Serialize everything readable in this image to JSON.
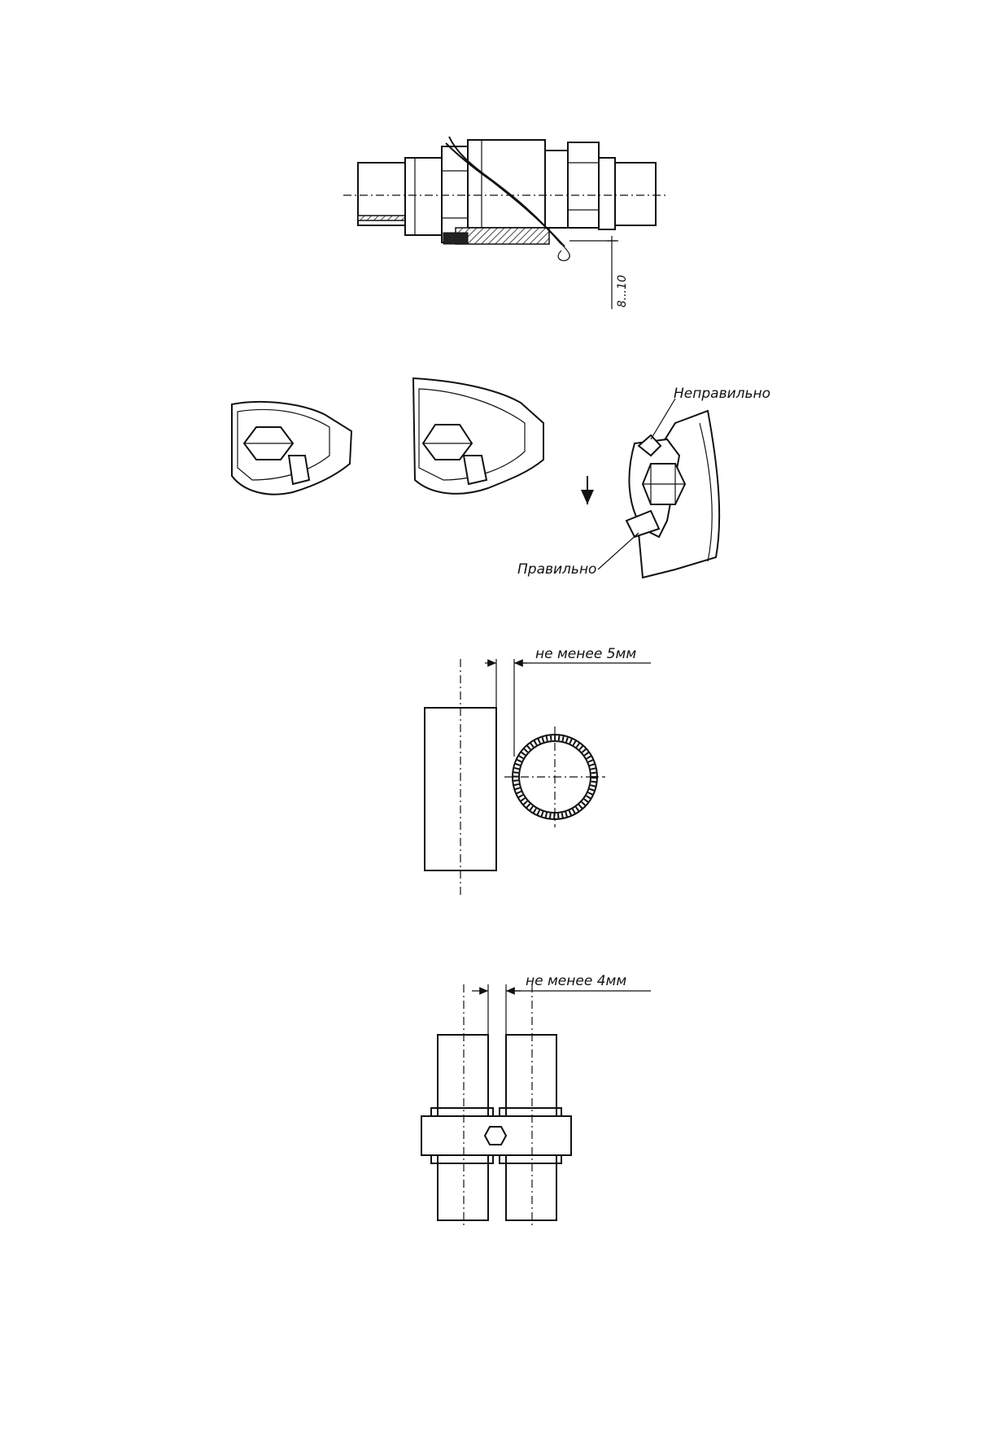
{
  "figures": {
    "coupling": {
      "dimension_label": "8...10"
    },
    "lock_washer": {
      "wrong_label": "Неправильно",
      "right_label": "Правильно"
    },
    "pipe_clearance": {
      "dimension_label": "не менее 5мм"
    },
    "pipe_clamp": {
      "dimension_label": "не менее 4мм"
    }
  }
}
